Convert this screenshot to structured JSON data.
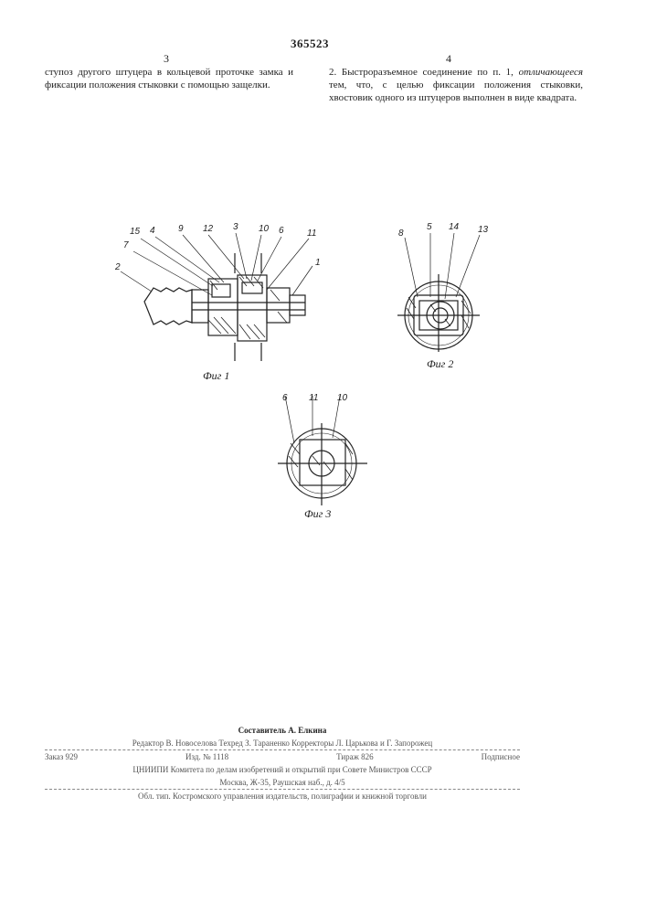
{
  "patent_number": "365523",
  "col_left_number": "3",
  "col_right_number": "4",
  "left_text": "ступоз другого штуцера в кольцевой проточке замка и фиксации положения стыковки с помощью защелки.",
  "right_claim": {
    "start": "2. Быстроразъемное соединение по п. 1,",
    "emph": "отличающееся",
    "rest": "тем, что, с целью фиксации положения стыковки, хвостовик одного из штуцеров выполнен в виде квадрата."
  },
  "figures": {
    "fig1": {
      "caption": "Фиг 1",
      "labels": [
        "15",
        "4",
        "9",
        "12",
        "3",
        "10",
        "6",
        "11",
        "7",
        "1",
        "2"
      ]
    },
    "fig2": {
      "caption": "Фиг 2",
      "labels": [
        "8",
        "5",
        "14",
        "13"
      ]
    },
    "fig3": {
      "caption": "Фиг 3",
      "labels": [
        "6",
        "11",
        "10"
      ]
    }
  },
  "imprint": {
    "compiler": "Составитель А. Елкина",
    "editor_line": "Редактор В. Новоселова Техред З. Тараненко Корректоры Л. Царькова и Г. Запорожец",
    "order": "Заказ 929",
    "edition": "Изд. № 1118",
    "run": "Тираж 826",
    "subscr": "Подписное",
    "org1": "ЦНИИПИ Комитета по делам изобретений и открытий при Совете Министров СССР",
    "org2": "Москва, Ж-35, Раушская наб., д. 4/5",
    "printer": "Обл. тип. Костромского управления издательств, полиграфии и книжной торговли"
  }
}
